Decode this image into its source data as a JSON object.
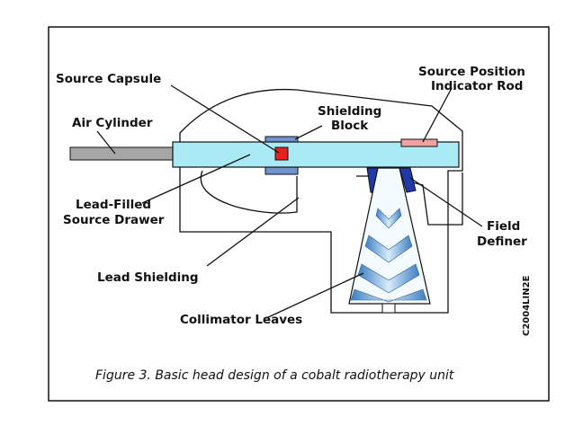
{
  "labels": {
    "source_capsule": "Source Capsule",
    "source_position_line1": "Source Position",
    "source_position_line2": "Indicator Rod",
    "air_cylinder": "Air Cylinder",
    "shielding_block_line1": "Shielding",
    "shielding_block_line2": "Block",
    "lead_filled_line1": "Lead-Filled",
    "lead_filled_line2": "Source Drawer",
    "field_definer_line1": "Field",
    "field_definer_line2": "Definer",
    "lead_shielding": "Lead Shielding",
    "collimator_leaves": "Collimator Leaves"
  },
  "figure_code": "C2004LIN2E",
  "caption": "Figure 3. Basic head design of a cobalt radiotherapy unit",
  "colors": {
    "drawer": "#a9eaf5",
    "air_cylinder": "#a6a6a6",
    "capsule": "#e8201e",
    "shielding_block": "#7093d2",
    "indicator_rod": "#f0a0a0",
    "field_definer": "#1f3aa8",
    "leaves": "#6a9fd4"
  }
}
